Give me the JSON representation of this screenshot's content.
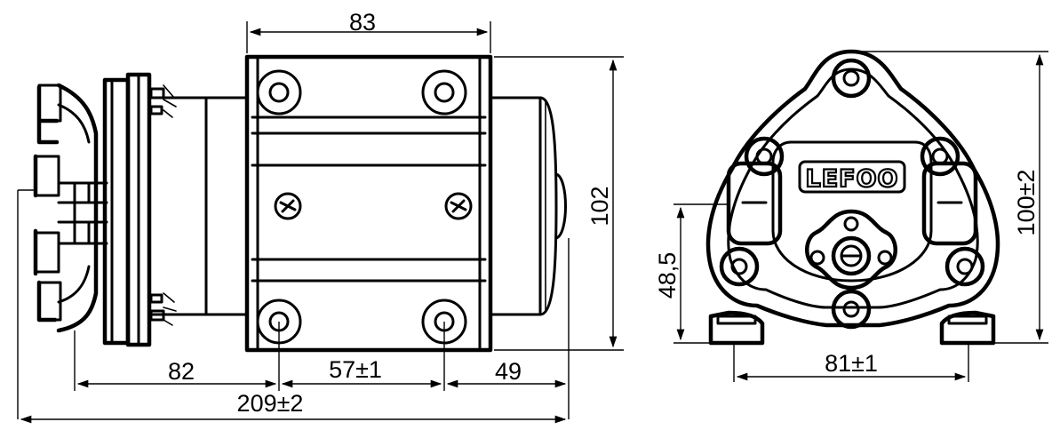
{
  "side_view": {
    "dimensions": {
      "top_width": "83",
      "height": "102",
      "left_offset": "82",
      "mount_spacing": "57±1",
      "right_offset": "49",
      "overall_length": "209±2"
    }
  },
  "front_view": {
    "brand": "LEFOO",
    "dimensions": {
      "height": "100±2",
      "inlet_height": "48,5",
      "foot_spacing": "81±1"
    }
  }
}
